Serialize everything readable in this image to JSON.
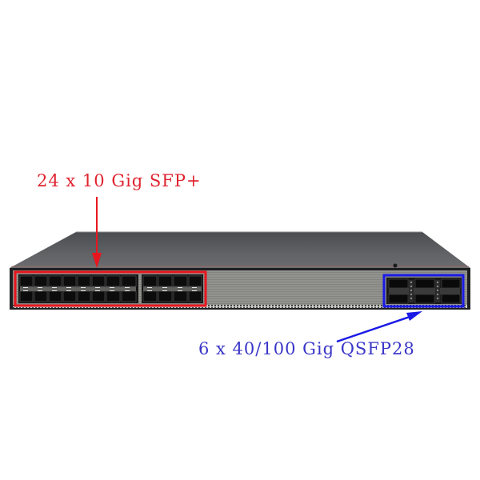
{
  "image": {
    "subject": "1U rack-mount network switch, front view",
    "background": "#ffffff"
  },
  "annotations": [
    {
      "id": "sfp-plus-group",
      "text": "24 x 10 Gig SFP+",
      "color": "#e0232f",
      "port_count": 24,
      "port_type": "SFP+",
      "speed": "10 Gig"
    },
    {
      "id": "qsfp28-group",
      "text": "6 x 40/100 Gig QSFP28",
      "color": "#2a2ae0",
      "port_count": 6,
      "port_type": "QSFP28",
      "speed": "40/100 Gig"
    }
  ],
  "colors": {
    "chassis_top": "#5d5f62",
    "chassis_front": "#2a2b2d",
    "brushed_panel": "#8d8d8a",
    "red_box": "#e8161e",
    "blue_box": "#1a1ae6",
    "accent_stripe": "#b03a3a"
  }
}
